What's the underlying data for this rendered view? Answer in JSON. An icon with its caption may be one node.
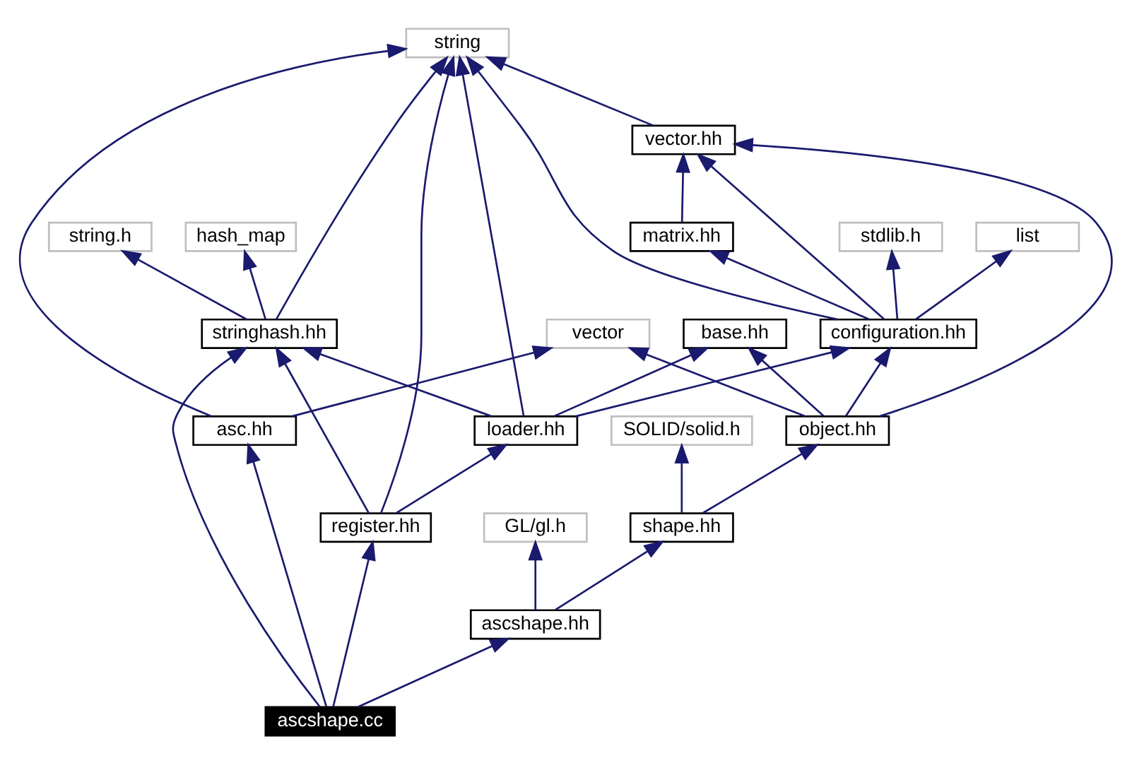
{
  "diagram": {
    "nodes": [
      {
        "text": [
          "string"
        ]
      },
      {
        "text": [
          "vector.hh"
        ]
      },
      {
        "text": [
          "stdlib.h"
        ]
      },
      {
        "text": [
          "list"
        ]
      },
      {
        "text": [
          "matrix.hh"
        ]
      },
      {
        "text": [
          "string.h"
        ]
      },
      {
        "text": [
          "hash_map"
        ]
      },
      {
        "text": [
          "vector"
        ]
      },
      {
        "text": [
          "base.hh"
        ]
      },
      {
        "text": [
          "configuration.hh"
        ]
      },
      {
        "text": [
          "stringhash.hh"
        ]
      },
      {
        "text": [
          "SOLID/solid.h"
        ]
      },
      {
        "text": [
          "asc.hh"
        ]
      },
      {
        "text": [
          "object.hh"
        ]
      },
      {
        "text": [
          "loader.hh"
        ]
      },
      {
        "text": [
          "GL/gl.h"
        ]
      },
      {
        "text": [
          "shape.hh"
        ]
      },
      {
        "text": [
          "register.hh"
        ]
      },
      {
        "text": [
          "ascshape.hh"
        ]
      },
      {
        "text": [
          "ascshape.cc"
        ]
      }
    ],
    "edges": [
      {
        "from": 1,
        "to": 0,
        "arrow": "to"
      },
      {
        "from": 9,
        "to": 0,
        "arrow": "to"
      },
      {
        "from": 14,
        "to": 0,
        "arrow": "to"
      },
      {
        "from": 10,
        "to": 0,
        "arrow": "to"
      },
      {
        "from": 17,
        "to": 0,
        "arrow": "to"
      },
      {
        "from": 12,
        "to": 0,
        "arrow": "to"
      },
      {
        "from": 4,
        "to": 1,
        "arrow": "to"
      },
      {
        "from": 9,
        "to": 1,
        "arrow": "to"
      },
      {
        "from": 13,
        "to": 1,
        "arrow": "to"
      },
      {
        "from": 9,
        "to": 2,
        "arrow": "to"
      },
      {
        "from": 9,
        "to": 3,
        "arrow": "to"
      },
      {
        "from": 9,
        "to": 4,
        "arrow": "to"
      },
      {
        "from": 10,
        "to": 5,
        "arrow": "to"
      },
      {
        "from": 10,
        "to": 6,
        "arrow": "to"
      },
      {
        "from": 12,
        "to": 7,
        "arrow": "to"
      },
      {
        "from": 13,
        "to": 7,
        "arrow": "to"
      },
      {
        "from": 13,
        "to": 8,
        "arrow": "to"
      },
      {
        "from": 13,
        "to": 9,
        "arrow": "to"
      },
      {
        "from": 14,
        "to": 8,
        "arrow": "to"
      },
      {
        "from": 14,
        "to": 9,
        "arrow": "to"
      },
      {
        "from": 14,
        "to": 10,
        "arrow": "to"
      },
      {
        "from": 17,
        "to": 10,
        "arrow": "to"
      },
      {
        "from": 17,
        "to": 14,
        "arrow": "to"
      },
      {
        "from": 16,
        "to": 11,
        "arrow": "to"
      },
      {
        "from": 16,
        "to": 13,
        "arrow": "to"
      },
      {
        "from": 18,
        "to": 15,
        "arrow": "to"
      },
      {
        "from": 18,
        "to": 16,
        "arrow": "to"
      },
      {
        "from": 19,
        "to": 18,
        "arrow": "to"
      },
      {
        "from": 19,
        "to": 17,
        "arrow": "to"
      },
      {
        "from": 19,
        "to": 10,
        "arrow": "to"
      },
      {
        "from": 19,
        "to": 12,
        "arrow": "to"
      }
    ]
  }
}
